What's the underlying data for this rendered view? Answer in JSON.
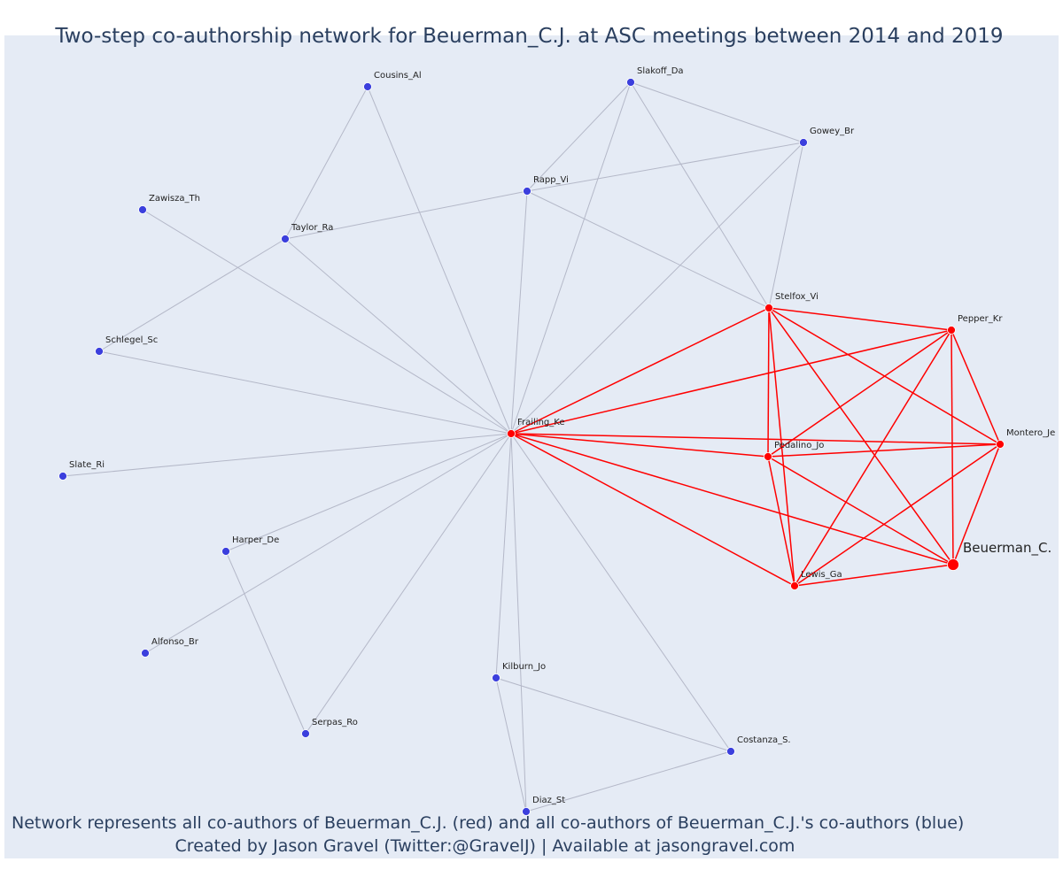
{
  "title": "Two-step co-authorship network for Beuerman_C.J. at ASC meetings between 2014 and 2019",
  "footer": {
    "line1": "Network represents all co-authors of Beuerman_C.J. (red) and all co-authors of Beuerman_C.J.'s co-authors (blue)",
    "line2": "Created by Jason Gravel (Twitter:@GravelJ) | Available at jasongravel.com"
  },
  "colors": {
    "red": "#ff0000",
    "blue": "#3b3fdd",
    "edge_grey": "#b4b8c8",
    "background": "#e5ebf5"
  },
  "nodes": [
    {
      "id": "cousins",
      "label": "Cousins_Al",
      "group": "blue"
    },
    {
      "id": "slakoff",
      "label": "Slakoff_Da",
      "group": "blue"
    },
    {
      "id": "gowey",
      "label": "Gowey_Br",
      "group": "blue"
    },
    {
      "id": "rapp",
      "label": "Rapp_Vi",
      "group": "blue"
    },
    {
      "id": "zawisza",
      "label": "Zawisza_Th",
      "group": "blue"
    },
    {
      "id": "taylor",
      "label": "Taylor_Ra",
      "group": "blue"
    },
    {
      "id": "schlegel",
      "label": "Schlegel_Sc",
      "group": "blue"
    },
    {
      "id": "slate",
      "label": "Slate_Ri",
      "group": "blue"
    },
    {
      "id": "harper",
      "label": "Harper_De",
      "group": "blue"
    },
    {
      "id": "alfonso",
      "label": "Alfonso_Br",
      "group": "blue"
    },
    {
      "id": "serpas",
      "label": "Serpas_Ro",
      "group": "blue"
    },
    {
      "id": "kilburn",
      "label": "Kilburn_Jo",
      "group": "blue"
    },
    {
      "id": "diaz",
      "label": "Diaz_St",
      "group": "blue"
    },
    {
      "id": "costanza",
      "label": "Costanza_S.",
      "group": "blue"
    },
    {
      "id": "frailing",
      "label": "Frailing_Ke",
      "group": "red"
    },
    {
      "id": "stelfox",
      "label": "Stelfox_Vi",
      "group": "red"
    },
    {
      "id": "pepper",
      "label": "Pepper_Kr",
      "group": "red"
    },
    {
      "id": "montero",
      "label": "Montero_Je",
      "group": "red"
    },
    {
      "id": "pedalino",
      "label": "Pedalino_Jo",
      "group": "red"
    },
    {
      "id": "lewis",
      "label": "Lewis_Ga",
      "group": "red"
    },
    {
      "id": "beuerman",
      "label": "Beuerman_C.",
      "group": "red",
      "focus": true
    }
  ],
  "edges": [
    [
      "cousins",
      "taylor"
    ],
    [
      "cousins",
      "frailing"
    ],
    [
      "slakoff",
      "rapp"
    ],
    [
      "slakoff",
      "gowey"
    ],
    [
      "slakoff",
      "frailing"
    ],
    [
      "slakoff",
      "stelfox"
    ],
    [
      "gowey",
      "frailing"
    ],
    [
      "gowey",
      "stelfox"
    ],
    [
      "rapp",
      "taylor"
    ],
    [
      "rapp",
      "gowey"
    ],
    [
      "rapp",
      "frailing"
    ],
    [
      "rapp",
      "stelfox"
    ],
    [
      "zawisza",
      "frailing"
    ],
    [
      "taylor",
      "schlegel"
    ],
    [
      "taylor",
      "frailing"
    ],
    [
      "schlegel",
      "frailing"
    ],
    [
      "slate",
      "frailing"
    ],
    [
      "harper",
      "frailing"
    ],
    [
      "harper",
      "serpas"
    ],
    [
      "alfonso",
      "frailing"
    ],
    [
      "serpas",
      "frailing"
    ],
    [
      "kilburn",
      "frailing"
    ],
    [
      "kilburn",
      "diaz"
    ],
    [
      "kilburn",
      "costanza"
    ],
    [
      "diaz",
      "frailing"
    ],
    [
      "diaz",
      "costanza"
    ],
    [
      "costanza",
      "frailing"
    ],
    [
      "frailing",
      "stelfox"
    ],
    [
      "frailing",
      "pepper"
    ],
    [
      "frailing",
      "montero"
    ],
    [
      "frailing",
      "pedalino"
    ],
    [
      "frailing",
      "lewis"
    ],
    [
      "frailing",
      "beuerman"
    ],
    [
      "stelfox",
      "pepper"
    ],
    [
      "stelfox",
      "montero"
    ],
    [
      "stelfox",
      "pedalino"
    ],
    [
      "stelfox",
      "lewis"
    ],
    [
      "stelfox",
      "beuerman"
    ],
    [
      "pepper",
      "pedalino"
    ],
    [
      "pepper",
      "lewis"
    ],
    [
      "pepper",
      "beuerman"
    ],
    [
      "pepper",
      "montero"
    ],
    [
      "montero",
      "pedalino"
    ],
    [
      "montero",
      "lewis"
    ],
    [
      "montero",
      "beuerman"
    ],
    [
      "pedalino",
      "lewis"
    ],
    [
      "pedalino",
      "beuerman"
    ],
    [
      "lewis",
      "beuerman"
    ]
  ]
}
